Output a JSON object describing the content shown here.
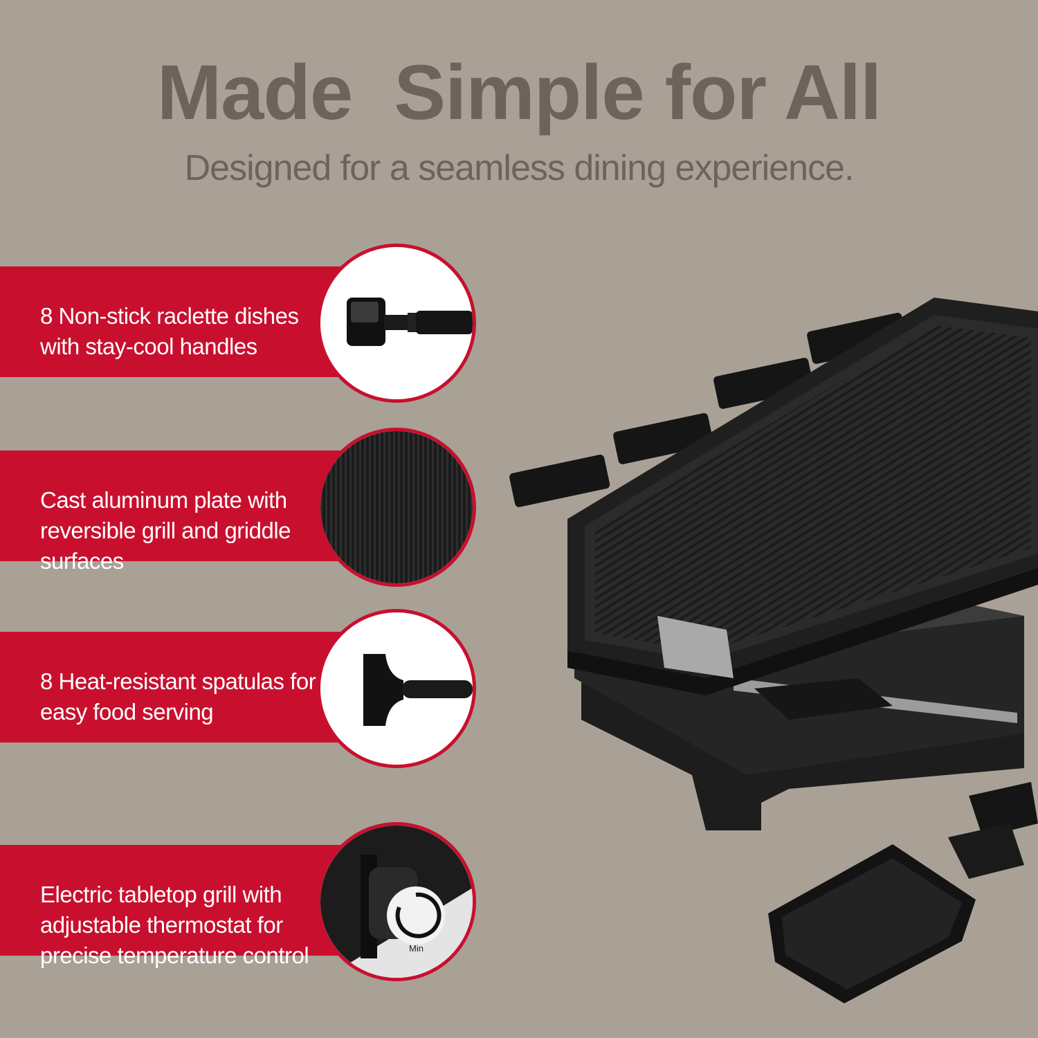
{
  "header": {
    "title": "Made  Simple for All",
    "subtitle": "Designed for a seamless dining experience."
  },
  "features": [
    {
      "text": "8 Non-stick raclette dishes with stay-cool handles",
      "icon": "raclette-dish-icon"
    },
    {
      "text": "Cast aluminum plate with reversible grill and griddle surfaces",
      "icon": "grill-texture-icon"
    },
    {
      "text": "8 Heat-resistant spatulas for easy food serving",
      "icon": "spatula-icon"
    },
    {
      "text": "Electric tabletop grill with adjustable thermostat for precise temperature control",
      "icon": "thermostat-dial-icon"
    }
  ],
  "dial_label": "Min",
  "colors": {
    "background": "#aaa196",
    "accent_red": "#c8102e",
    "heading": "#6e625a"
  }
}
